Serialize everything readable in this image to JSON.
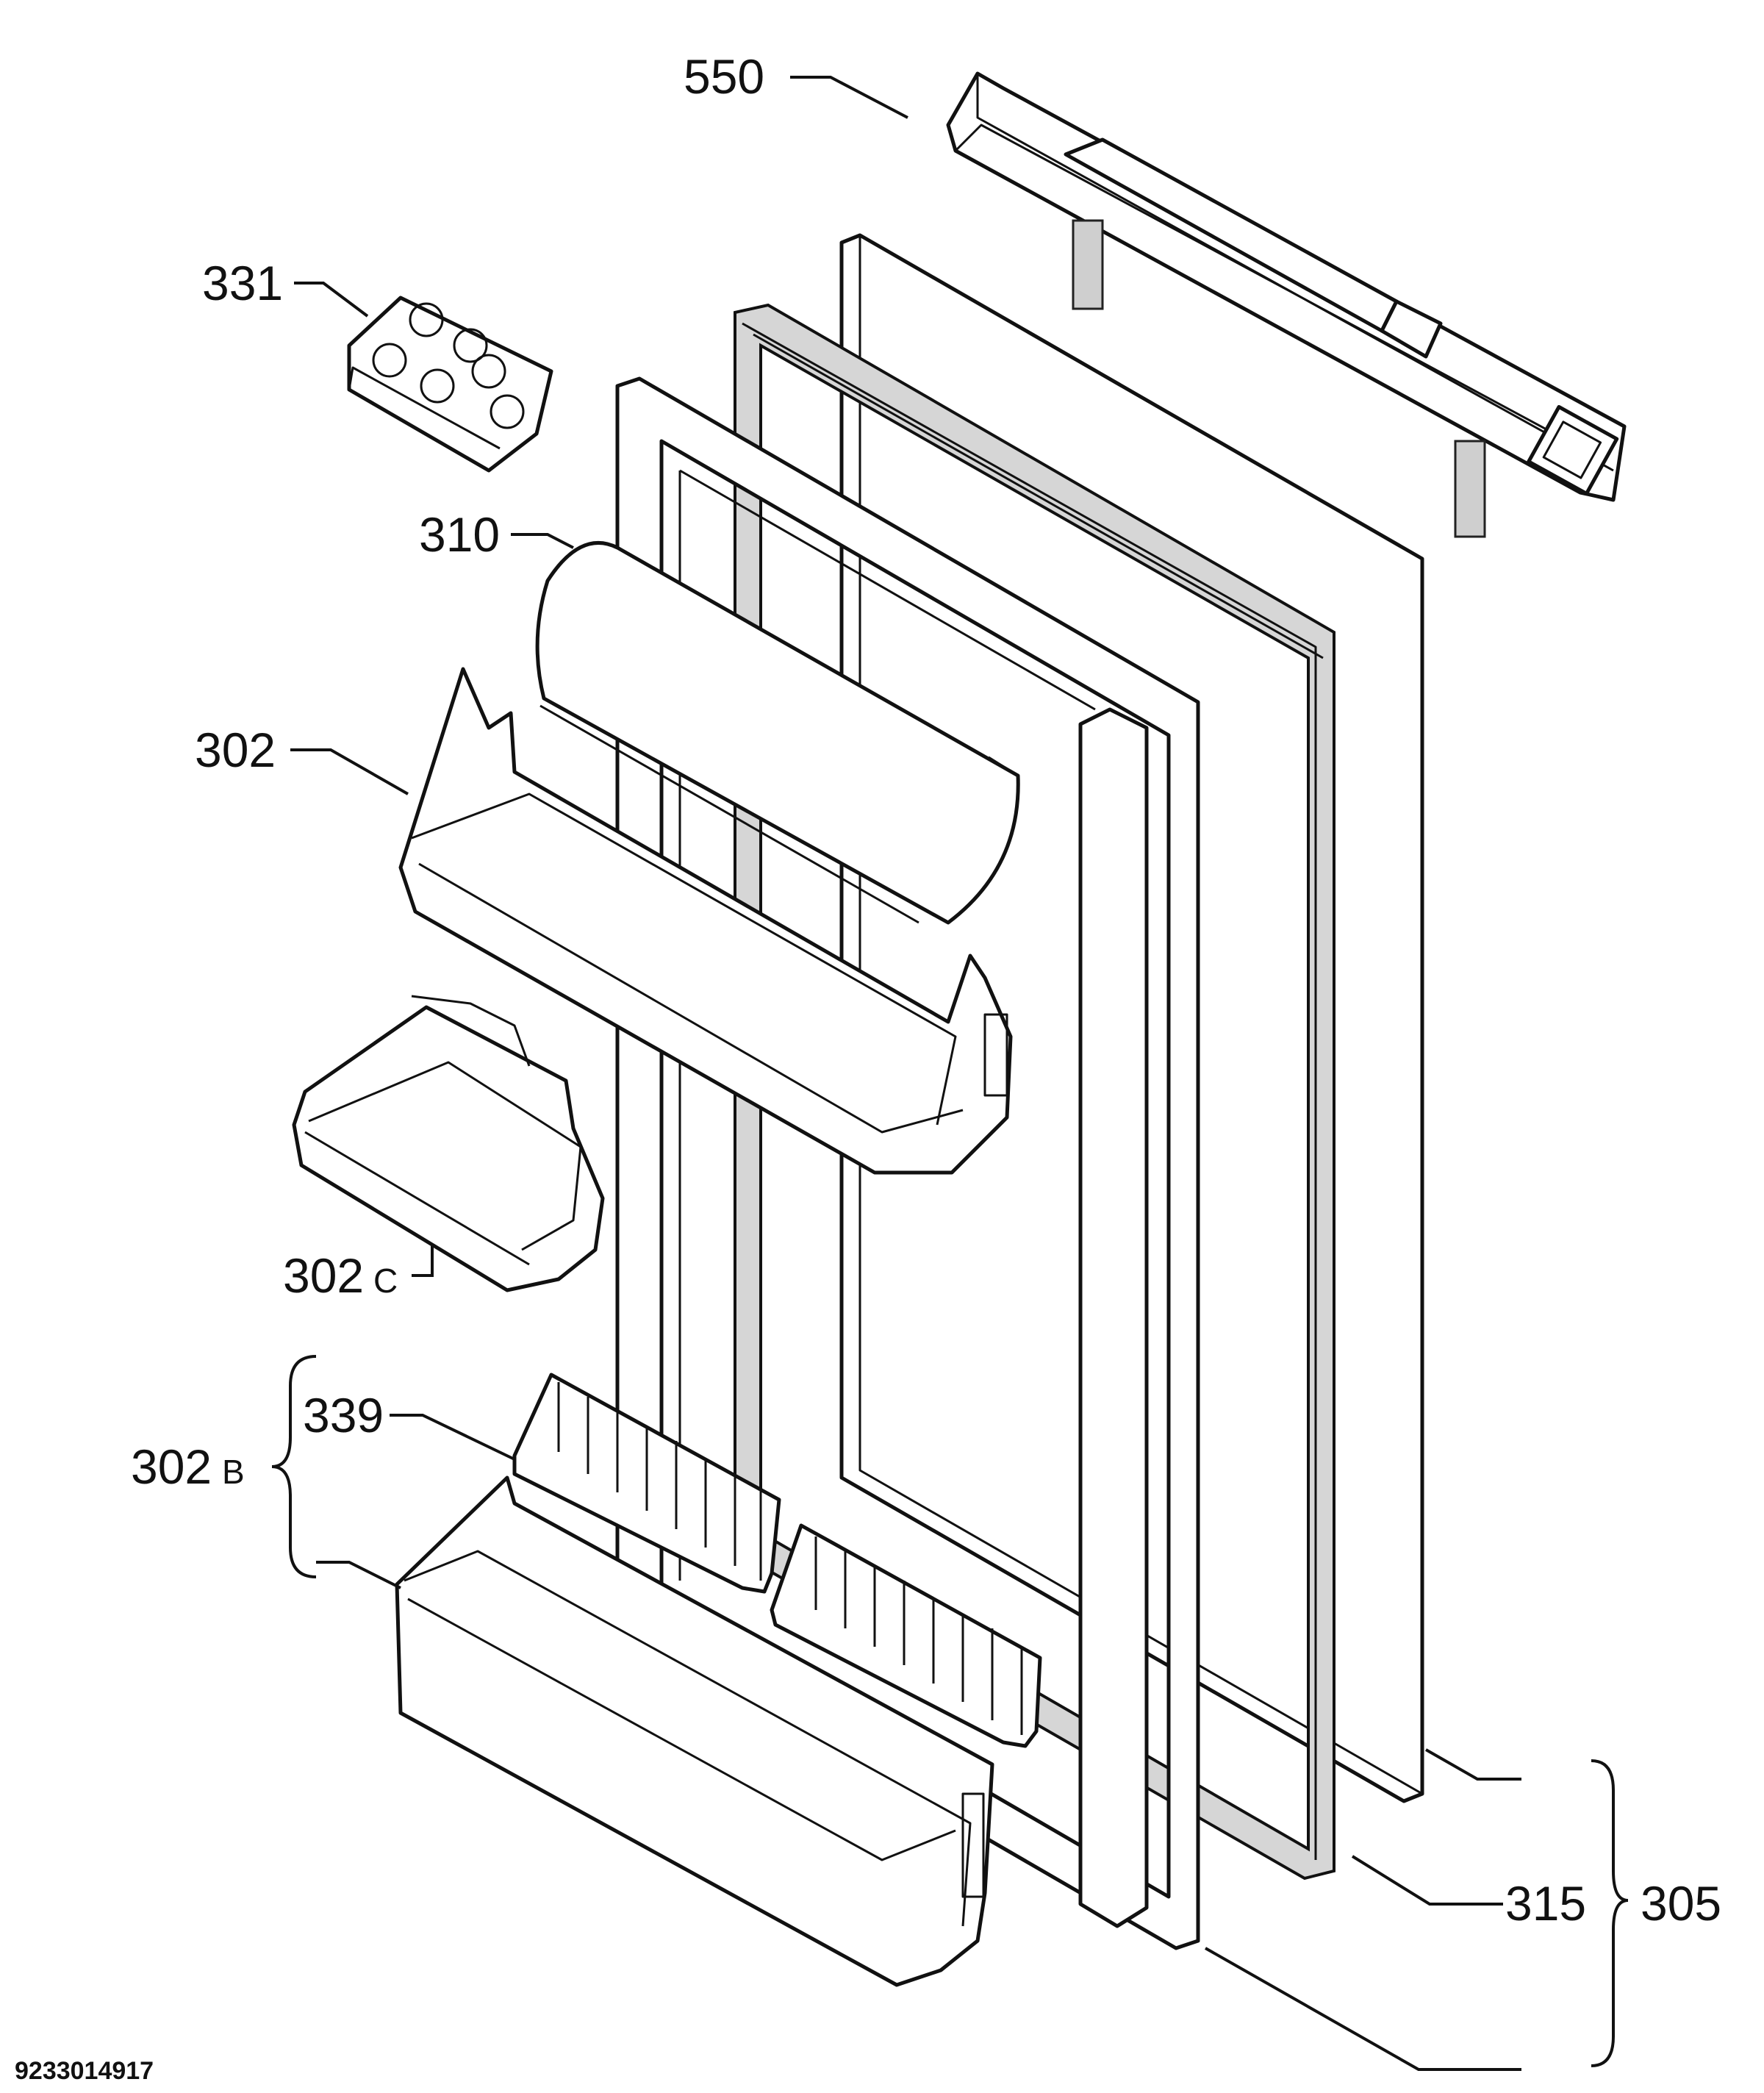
{
  "document_id": "9233014917",
  "labels": {
    "p550": "550",
    "p331": "331",
    "p310": "310",
    "p302": "302",
    "p302c_num": "302",
    "p302c_suffix": "C",
    "p339": "339",
    "p302b_num": "302",
    "p302b_suffix": "B",
    "p315": "315",
    "p305": "305"
  }
}
